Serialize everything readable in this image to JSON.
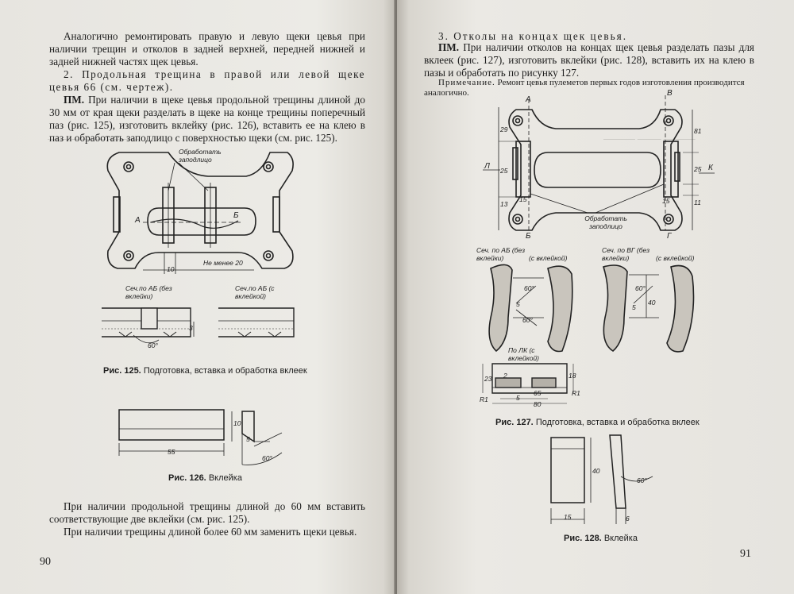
{
  "left_page": {
    "para1": "Аналогично ремонтировать правую и левую щеки цевья при наличии трещин и отколов в задней верхней, передней нижней и задней нижней частях щек цевья.",
    "heading2": "2. Продольная трещина в правой или левой щеке цевья 66 (см. чертеж).",
    "pm_label": "ПМ.",
    "pm_text": "При наличии в щеке цевья продольной трещины длиной до 30 мм от края щеки разделать в щеке на конце трещины поперечный паз (рис. 125), изготовить вклейку (рис. 126), вставить ее на клею в паз и обработать заподлицо с поверхностью щеки (см. рис. 125).",
    "fig125": {
      "obrabotat": "Обработать заподлицо",
      "label_a": "А",
      "label_b": "Б",
      "dim_10": "10",
      "dim_not_less": "Не менее 20",
      "sec_ab_1": "Сеч.по АБ (без вклейки)",
      "sec_ab_2": "Сеч.по АБ (с вклейкой)",
      "angle": "60°",
      "dim_3": "3",
      "caption_num": "Рис. 125.",
      "caption": "Подготовка, вставка и обработка вклеек"
    },
    "fig126": {
      "dim_55": "55",
      "dim_10": "10",
      "dim_5": "5",
      "angle": "60°",
      "caption_num": "Рис. 126.",
      "caption": "Вклейка"
    },
    "para3": "При наличии продольной трещины длиной до 60 мм вставить соответствующие две вклейки (см. рис. 125).",
    "para4": "При наличии трещины длиной более 60 мм заменить щеки цевья.",
    "page_number": "90"
  },
  "right_page": {
    "heading3": "3. Отколы на концах щек цевья.",
    "pm_label": "ПМ.",
    "pm_text": "При наличии отколов на концах щек цевья разделать пазы для вклеек (рис. 127), изготовить вклейки (рис. 128), вставить их на клею в пазы и обработать по рисунку 127.",
    "note_label": "Примечание.",
    "note_text": "Ремонт цевья пулеметов первых годов изготовления производится аналогично.",
    "fig127": {
      "labels": {
        "a": "А",
        "b": "Б",
        "v": "В",
        "g": "Г",
        "k": "К",
        "l": "Л"
      },
      "dims": {
        "d29": "29",
        "d25": "25",
        "d13": "13",
        "d15a": "15",
        "d15b": "15",
        "d81": "81",
        "d25r": "25",
        "d11": "11"
      },
      "obrabotat": "Обработать заподлицо",
      "sec_ab_1": "Сеч. по АБ (без вклейки)",
      "sec_ab_2": "(с вклейкой)",
      "sec_vg_1": "Сеч. по ВГ (без вклейки)",
      "sec_vg_2": "(с вклейкой)",
      "sec_lk": "По ЛК (с вклейкой)",
      "sec_dims": {
        "d60a": "60°",
        "d60b": "60°",
        "d5a": "5",
        "d5b": "5",
        "d40": "40",
        "d60c": "60°"
      },
      "lk_dims": {
        "d23": "23",
        "d2": "2",
        "d18": "18",
        "d65": "65",
        "d5": "5",
        "d80": "80",
        "r1a": "R1",
        "r1b": "R1"
      },
      "caption_num": "Рис. 127.",
      "caption": "Подготовка, вставка и обработка вклеек"
    },
    "fig128": {
      "dim_40": "40",
      "dim_15": "15",
      "dim_6": "6",
      "angle": "60°",
      "caption_num": "Рис. 128.",
      "caption": "Вклейка"
    },
    "page_number": "91"
  }
}
